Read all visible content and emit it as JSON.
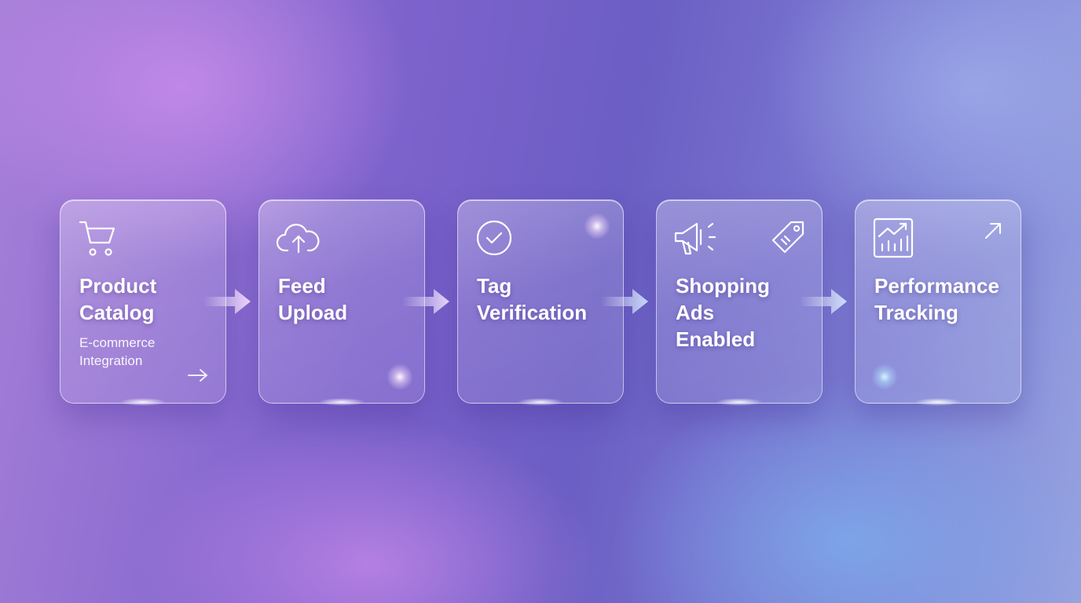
{
  "steps": [
    {
      "title_lines": [
        "Product",
        "Catalog"
      ],
      "subtitle_lines": [
        "E-commerce",
        "Integration"
      ],
      "icon": "shopping-cart-icon"
    },
    {
      "title_lines": [
        "Feed",
        "Upload"
      ],
      "icon": "cloud-upload-icon"
    },
    {
      "title_lines": [
        "Tag",
        "Verification"
      ],
      "icon": "check-circle-icon"
    },
    {
      "title_lines": [
        "Shopping",
        "Ads",
        "Enabled"
      ],
      "icon": "megaphone-icon",
      "secondary_icon": "price-tag-icon"
    },
    {
      "title_lines": [
        "Performance",
        "Tracking"
      ],
      "icon": "trend-chart-icon",
      "secondary_icon": "arrow-up-right-icon"
    }
  ],
  "connectors": [
    {
      "icon": "arrow-right-icon"
    },
    {
      "icon": "arrow-right-icon"
    },
    {
      "icon": "arrow-right-icon"
    },
    {
      "icon": "arrow-right-icon"
    }
  ],
  "colors": {
    "card_border": "#ffffff",
    "text": "#ffffff",
    "background_left": "#a67fd8",
    "background_right": "#95a3e0"
  }
}
